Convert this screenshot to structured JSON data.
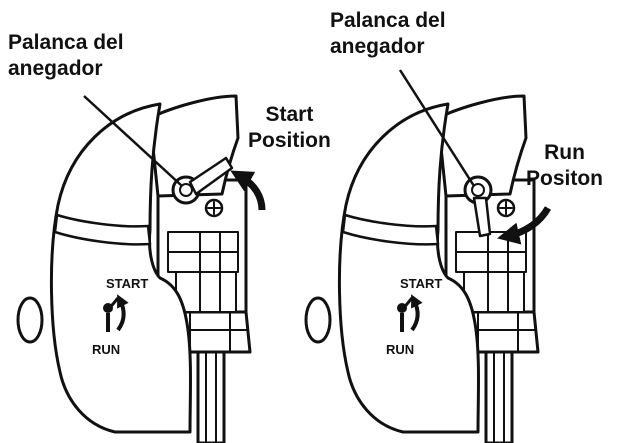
{
  "left_panel": {
    "lever_label_line1": "Palanca del",
    "lever_label_line2": "anegador",
    "position_label_line1": "Start",
    "position_label_line2": "Position",
    "decal_start": "START",
    "decal_run": "RUN"
  },
  "right_panel": {
    "lever_label_line1": "Palanca del",
    "lever_label_line2": "anegador",
    "position_label_line1": "Run",
    "position_label_line2": "Positon",
    "decal_start": "START",
    "decal_run": "RUN"
  },
  "colors": {
    "ink": "#111111",
    "paper": "#ffffff"
  }
}
